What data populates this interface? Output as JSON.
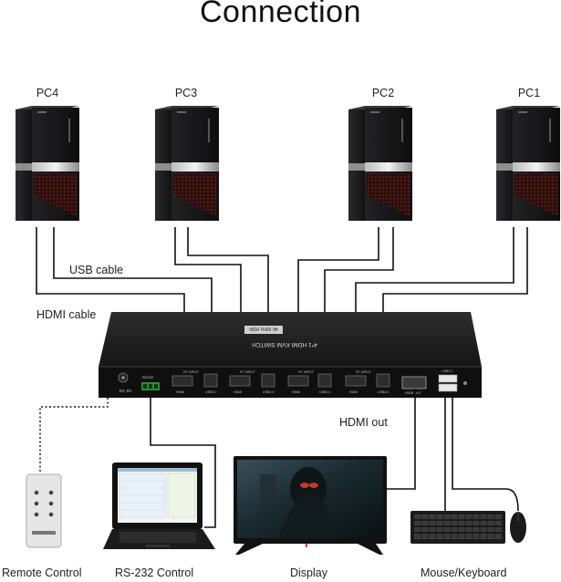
{
  "title": "Connection",
  "pcs": [
    {
      "label": "PC4"
    },
    {
      "label": "PC3"
    },
    {
      "label": "PC2"
    },
    {
      "label": "PC1"
    }
  ],
  "cable_labels": {
    "usb": "USB cable",
    "hdmi": "HDMI cable",
    "hdmi_out": "HDMI out"
  },
  "switch": {
    "model": "4*1 HDMI KVM SWITCH",
    "badge": "4K 60Hz HDR",
    "port_pc_input": "PC INPUT",
    "port_hdmi": "HDMI",
    "port_usb": "USB2.0",
    "port_dc": "DC 5V",
    "port_rs232": "RS232",
    "port_hdmi_out": "HDMI OUT",
    "port_usb_out": "USB2.0"
  },
  "devices": {
    "remote": "Remote Control",
    "rs232": "RS-232 Control",
    "display": "Display",
    "keyboard_mouse": "Mouse/Keyboard"
  },
  "colors": {
    "pc_body": "#1d1d1f",
    "pc_accent": "#9a2a22",
    "cable": "#111111",
    "switch_body": "#1b1b1b"
  }
}
